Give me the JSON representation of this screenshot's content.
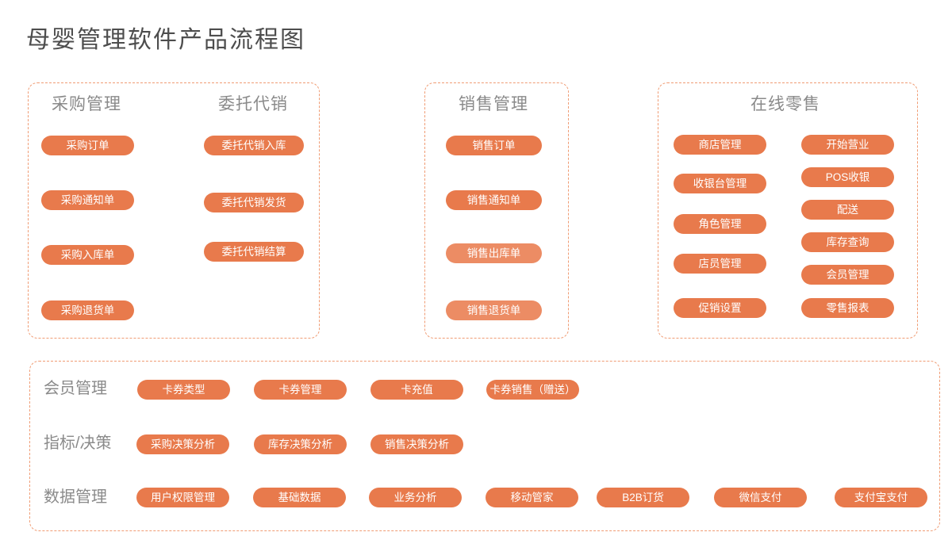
{
  "title": "母婴管理软件产品流程图",
  "colors": {
    "pill_fill": "#e87a4c",
    "pill_fill_light": "#ec8c64",
    "pill_text": "#ffffff",
    "panel_border": "#f09c74",
    "header_text": "#8a8a8a",
    "title_text": "#4d4d4d"
  },
  "panels": [
    {
      "id": "purchase-consignment",
      "headers": [
        "采购管理",
        "委托代销"
      ],
      "columns": [
        [
          "采购订单",
          "采购通知单",
          "采购入库单",
          "采购退货单"
        ],
        [
          "委托代销入库",
          "委托代销发货",
          "委托代销结算"
        ]
      ]
    },
    {
      "id": "sales",
      "headers": [
        "销售管理"
      ],
      "columns": [
        [
          "销售订单",
          "销售通知单",
          {
            "label": "销售出库单",
            "variant": "light"
          },
          {
            "label": "销售退货单",
            "variant": "light"
          }
        ]
      ]
    },
    {
      "id": "online-retail",
      "headers": [
        "在线零售"
      ],
      "columns": [
        [
          "商店管理",
          "收银台管理",
          "角色管理",
          "店员管理",
          "促销设置"
        ],
        [
          "开始营业",
          "POS收银",
          "配送",
          "库存查询",
          "会员管理",
          "零售报表"
        ]
      ]
    }
  ],
  "bottom_panel": {
    "rows": [
      {
        "label": "会员管理",
        "pills": [
          "卡券类型",
          "卡券管理",
          "卡充值",
          "卡券销售（赠送）"
        ]
      },
      {
        "label": "指标/决策",
        "pills": [
          "采购决策分析",
          "库存决策分析",
          "销售决策分析"
        ]
      },
      {
        "label": "数据管理",
        "pills": [
          "用户权限管理",
          "基础数据",
          "业务分析",
          "移动管家",
          "B2B订货",
          "微信支付",
          "支付宝支付"
        ]
      }
    ]
  }
}
